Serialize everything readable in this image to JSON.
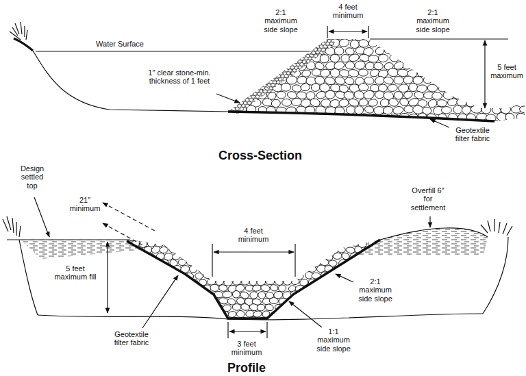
{
  "diagram": {
    "labels": [
      "2:1 maximum side slope",
      "4 feet minimum",
      "2:1 maximum side slope",
      "Water Surface",
      "5 feet maximum",
      "1″ clear stone-min. thickness of 1 feet",
      "Geotextile filter fabric",
      "Cross-Section",
      "Design settled top",
      "21″ minimum",
      "Overfill 6″ for settlement",
      "4 feet minimum",
      "5 feet maximum fill",
      "2:1 maximum side slope",
      "Geotextile filter fabric",
      "1:1 maximum side slope",
      "3 feet minimum",
      "Profile"
    ]
  }
}
